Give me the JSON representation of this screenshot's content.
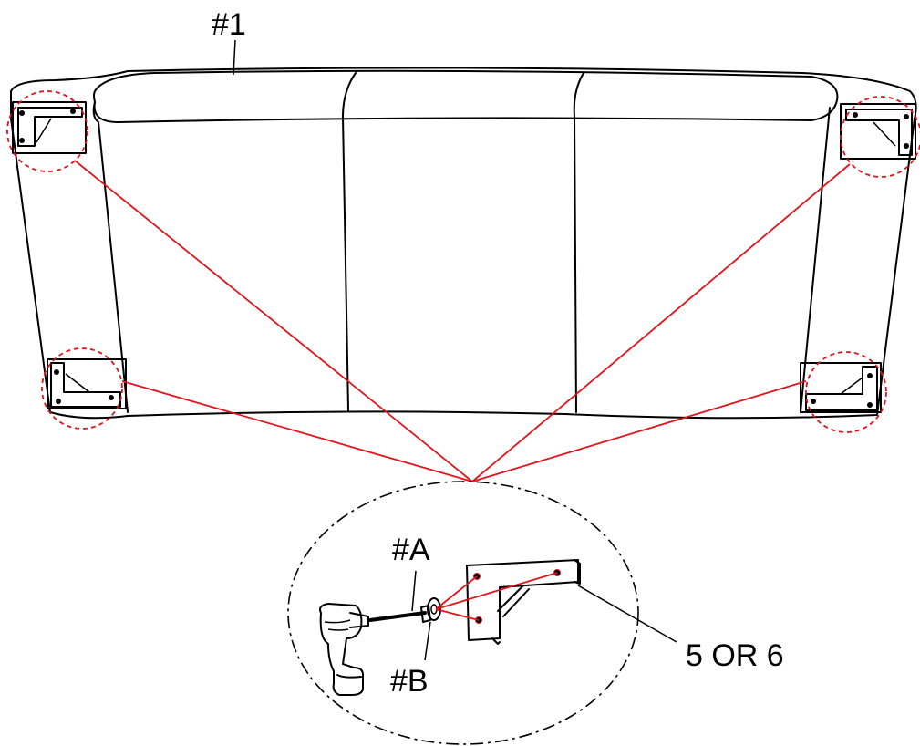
{
  "labels": {
    "part_sofa": "#1",
    "part_bolt": "#A",
    "part_washer": "#B",
    "part_bracket": "5 OR 6"
  },
  "colors": {
    "leader_lines": "#e0141a",
    "outline": "#000000",
    "background": "#ffffff"
  },
  "icons": [
    "drill-icon",
    "bolt-icon",
    "washer-icon",
    "corner-bracket-icon"
  ]
}
